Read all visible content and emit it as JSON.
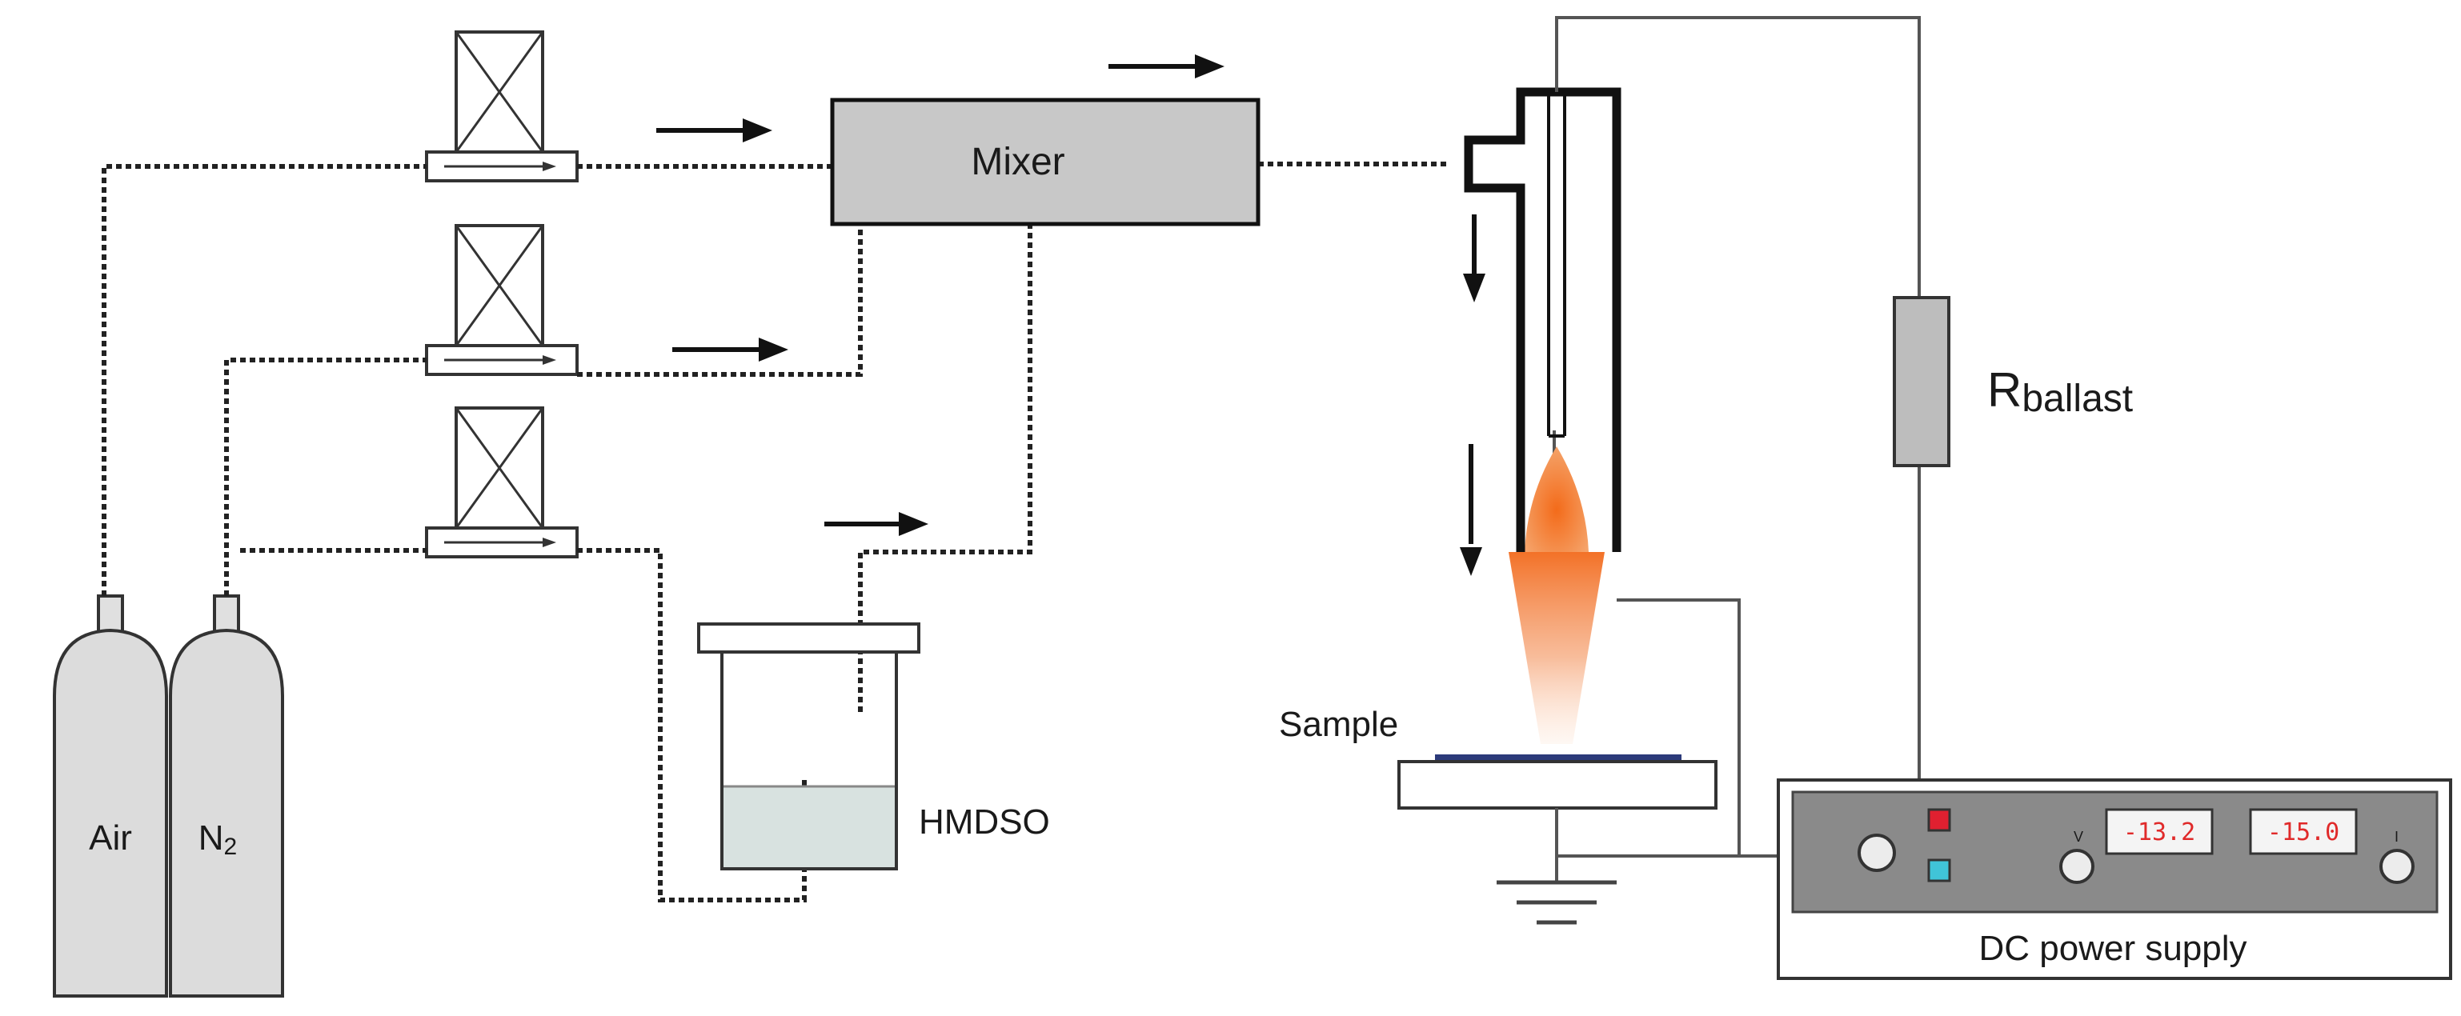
{
  "labels": {
    "mixer": "Mixer",
    "sample": "Sample",
    "hmdso": "HMDSO",
    "air": "Air",
    "n2_main": "N",
    "n2_sub": "2",
    "r_main": "R",
    "r_sub": "ballast",
    "dc_power_supply": "DC power supply"
  },
  "power_supply": {
    "voltage_display": "-13.2",
    "current_display": "-15.0",
    "voltage_symbol": "V",
    "current_symbol": "I"
  },
  "colors": {
    "component_gray": "#c8c8c8",
    "panel_gray": "#8a8a8a",
    "liquid": "#d8e2e0",
    "plasma": "#f07a2a",
    "indicator_red": "#e02030",
    "indicator_cyan": "#40c4d8",
    "display_text": "#e02a2a",
    "sample_plate": "#2c3a7a"
  }
}
